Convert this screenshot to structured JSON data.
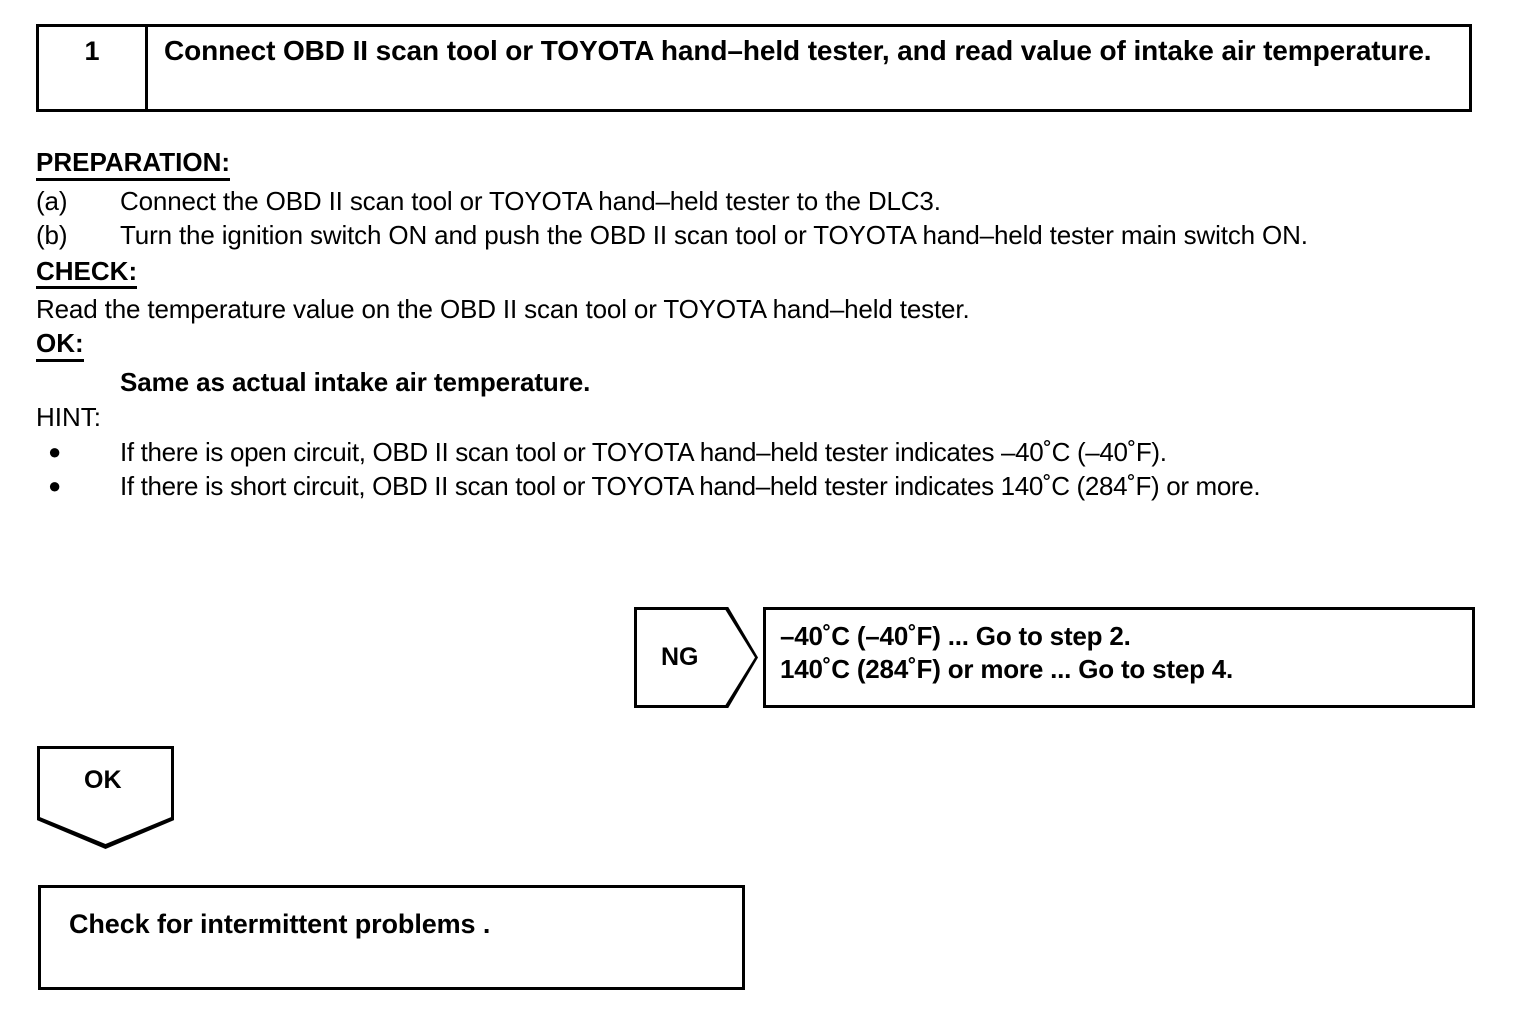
{
  "step": {
    "number": "1",
    "instruction": "Connect OBD II scan tool or TOYOTA hand–held tester, and read value of intake air temperature."
  },
  "preparation": {
    "heading": "PREPARATION:",
    "items": [
      {
        "marker": "(a)",
        "text": "Connect the OBD II scan tool or TOYOTA hand–held tester to the DLC3."
      },
      {
        "marker": "(b)",
        "text": "Turn the ignition switch ON and push the OBD II scan tool or TOYOTA hand–held tester main switch ON."
      }
    ]
  },
  "check": {
    "heading": "CHECK:",
    "text": "Read the temperature value on the OBD II scan tool or TOYOTA hand–held tester."
  },
  "ok": {
    "heading": "OK:",
    "value": "Same as actual intake air temperature."
  },
  "hint": {
    "heading": "HINT:",
    "bullet_glyph": "●",
    "items": [
      "If there is open circuit, OBD II scan tool or TOYOTA hand–held tester indicates –40˚C (–40˚F).",
      "If there is short circuit, OBD II scan tool or TOYOTA hand–held tester indicates 140˚C (284˚F) or more."
    ]
  },
  "ng_branch": {
    "label": "NG",
    "lines": [
      "–40˚C (–40˚F) ... Go to step 2.",
      "140˚C (284˚F) or more ... Go to step 4."
    ]
  },
  "ok_branch": {
    "label": "OK"
  },
  "result": {
    "text": "Check for intermittent problems ."
  },
  "colors": {
    "ink": "#000000",
    "paper": "#ffffff"
  }
}
